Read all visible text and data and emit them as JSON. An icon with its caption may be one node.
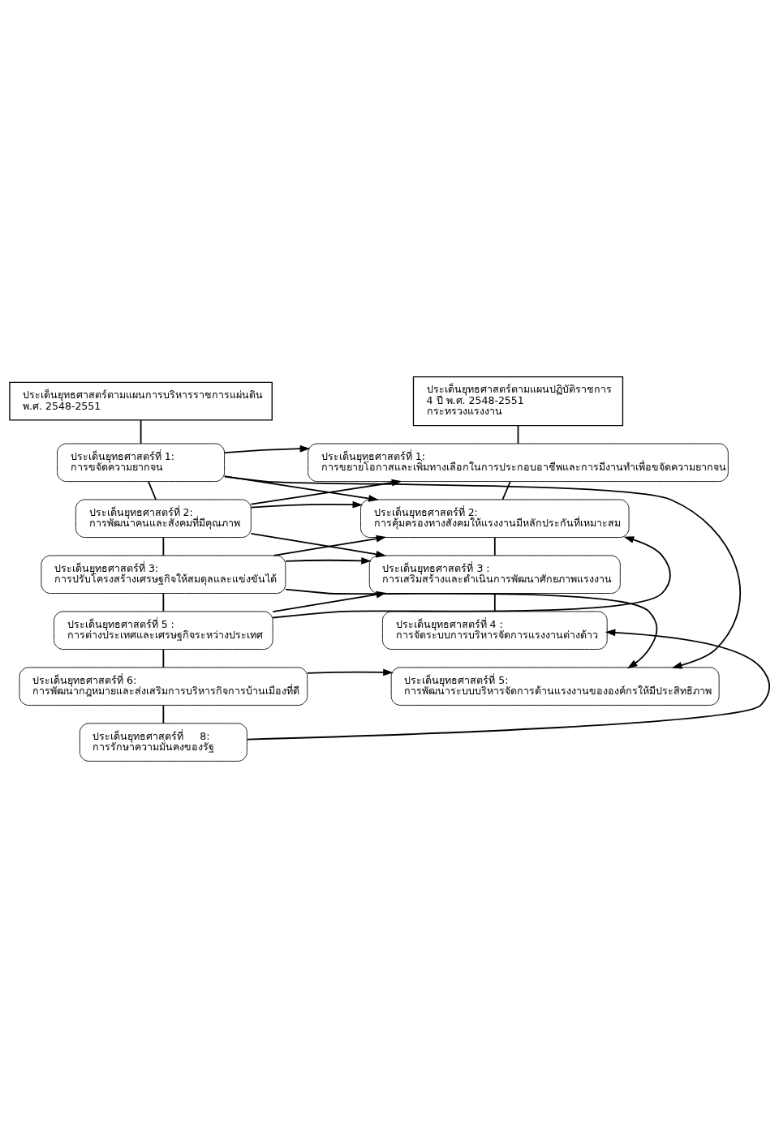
{
  "diagram": {
    "nodes": [
      {
        "text": [
          "ประเด็นยุทธศาสตร์ตามแผนการบริหารราชการแผ่นดิน พ.ศ. 2548-2551"
        ]
      },
      {
        "text": [
          "ประเด็นยุทธศาสตร์ที่ 1:  การขจัดความยากจน"
        ]
      },
      {
        "text": [
          "ประเด็นยุทธศาสตร์ที่ 2: การพัฒนาคนและสังคมที่มีคุณภาพ"
        ]
      },
      {
        "text": [
          "ประเด็นยุทธศาสตร์ที่ 3: การปรับโครงสร้างเศรษฐกิจให้สมดุลและแข่งขันได้"
        ]
      },
      {
        "text": [
          "ประเด็นยุทธศาสตร์ที่ 5 : การต่างประเทศและเศรษฐกิจระหว่างประเทศ"
        ]
      },
      {
        "text": [
          "ประเด็นยุทธศาสตร์ที่ 6:  การพัฒนากฎหมายและส่งเสริมการบริหารกิจการบ้านเมืองที่ดี"
        ]
      },
      {
        "text": [
          "ประเด็นยุทธศาสตร์ที่     8: การรักษาความมั่นคงของรัฐ"
        ]
      },
      {
        "text": [
          "ประเด็นยุทธศาสตร์ตามแผนปฏิบัติราชการ 4 ปี พ.ศ. 2548-2551 กระทรวงแรงงาน"
        ]
      },
      {
        "text": [
          "ประเด็นยุทธศาสตร์ที่ 1: การขยายโอกาสและเพิ่มทางเลือกในการประกอบอาชีพและการมีงานทำเพื่อขจัดความยากจน"
        ]
      },
      {
        "text": [
          "ประเด็นยุทธศาสตร์ที่ 2: การคุ้มครองทางสังคมให้แรงงานมีหลักประกันที่เหมาะสม"
        ]
      },
      {
        "text": [
          "ประเด็นยุทธศาสตร์ที่ 3 : การเสริมสร้างและดำเนินการพัฒนาศักยภาพแรงงาน"
        ]
      },
      {
        "text": [
          "ประเด็นยุทธศาสตร์ที่ 4 : การจัดระบบการบริหารจัดการแรงงานต่างด้าว"
        ]
      },
      {
        "text": [
          "ประเด็นยุทธศาสตร์ที่ 5: การพัฒนาระบบบริหารจัดการด้านแรงงานขององค์กรให้มีประสิทธิภาพ"
        ]
      }
    ],
    "edges": [
      {
        "from": 0,
        "to": 1,
        "arrow": "none"
      },
      {
        "from": 1,
        "to": 2,
        "arrow": "none"
      },
      {
        "from": 2,
        "to": 3,
        "arrow": "none"
      },
      {
        "from": 3,
        "to": 4,
        "arrow": "none"
      },
      {
        "from": 4,
        "to": 5,
        "arrow": "none"
      },
      {
        "from": 5,
        "to": 6,
        "arrow": "none"
      },
      {
        "from": 7,
        "to": 8,
        "arrow": "none"
      },
      {
        "from": 8,
        "to": 9,
        "arrow": "none"
      },
      {
        "from": 9,
        "to": 10,
        "arrow": "none"
      },
      {
        "from": 10,
        "to": 11,
        "arrow": "none"
      },
      {
        "from": 1,
        "to": 8,
        "arrow": "to"
      },
      {
        "from": 1,
        "to": 9,
        "arrow": "to"
      },
      {
        "from": 1,
        "to": 12,
        "arrow": "to"
      },
      {
        "from": 2,
        "to": 8,
        "arrow": "to"
      },
      {
        "from": 2,
        "to": 9,
        "arrow": "to"
      },
      {
        "from": 2,
        "to": 10,
        "arrow": "to"
      },
      {
        "from": 3,
        "to": 9,
        "arrow": "to"
      },
      {
        "from": 3,
        "to": 10,
        "arrow": "to"
      },
      {
        "from": 3,
        "to": 12,
        "arrow": "to"
      },
      {
        "from": 4,
        "to": 9,
        "arrow": "to"
      },
      {
        "from": 4,
        "to": 10,
        "arrow": "to"
      },
      {
        "from": 5,
        "to": 12,
        "arrow": "to"
      },
      {
        "from": 6,
        "to": 11,
        "arrow": "to"
      }
    ]
  }
}
